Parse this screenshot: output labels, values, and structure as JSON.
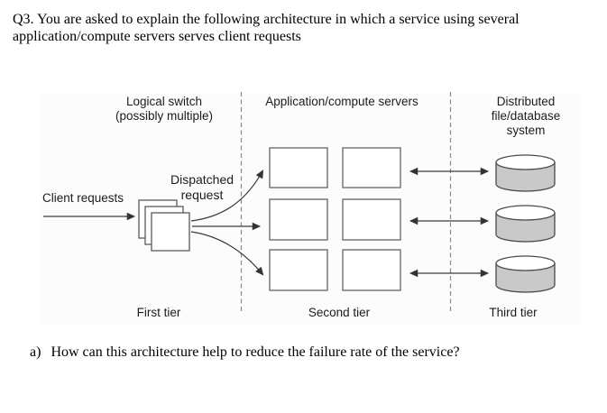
{
  "question": {
    "header": "Q3. You are asked to explain the following architecture in which a service using several\napplication/compute servers serves client requests",
    "part_a_marker": "a)",
    "part_a_text": "How can this architecture help to reduce the failure rate of the service?"
  },
  "diagram": {
    "columns": {
      "first": {
        "title": "Logical switch\n(possibly multiple)",
        "tier_label": "First tier"
      },
      "second": {
        "title": "Application/compute servers",
        "tier_label": "Second tier",
        "server_count": 6
      },
      "third": {
        "title": "Distributed\nfile/database\nsystem",
        "tier_label": "Third tier",
        "database_count": 3
      }
    },
    "annotations": {
      "client_requests": "Client requests",
      "dispatched_request": "Dispatched\nrequest"
    },
    "colors": {
      "cylinder_fill": "#c9c9c9",
      "line": "#383838",
      "box_border": "#6e6e6e",
      "divider": "#8a8a8a"
    }
  }
}
